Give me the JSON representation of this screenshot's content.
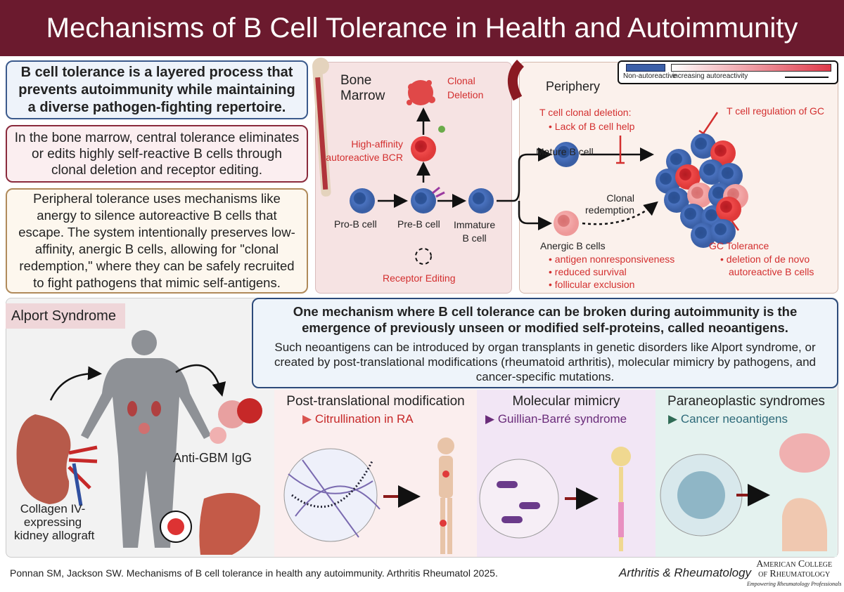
{
  "title": "Mechanisms of B Cell Tolerance in Health and Autoimmunity",
  "summary": {
    "box1": "B cell tolerance is a layered process that prevents autoimmunity while maintaining a diverse pathogen-fighting repertoire.",
    "box2": "In the bone marrow, central tolerance eliminates or edits highly self-reactive B cells through clonal deletion and receptor editing.",
    "box3": "Peripheral tolerance uses mechanisms like anergy to silence autoreactive B cells that escape. The system intentionally preserves low-affinity, anergic B cells, allowing for \"clonal redemption,\" where they can be safely recruited to fight pathogens that mimic self-antigens."
  },
  "bone_marrow": {
    "title_line1": "Bone",
    "title_line2": "Marrow",
    "clonal_deletion_1": "Clonal",
    "clonal_deletion_2": "Deletion",
    "high_affinity_1": "High-affinity",
    "high_affinity_2": "autoreactive BCR",
    "pro_b": "Pro-B cell",
    "pre_b": "Pre-B cell",
    "immature_1": "Immature",
    "immature_2": "B cell",
    "receptor_editing": "Receptor Editing"
  },
  "periphery": {
    "title": "Periphery",
    "legend": {
      "non_autoreactive": "Non-autoreactive",
      "increasing": "increasing autoreactivity"
    },
    "t_cell_deletion": "T cell clonal deletion:",
    "t_cell_deletion_bullet": "Lack of B cell help",
    "mature_b": "Mature B cell",
    "clonal_redemption_1": "Clonal",
    "clonal_redemption_2": "redemption",
    "t_cell_regulation": "T cell regulation of GC",
    "anergic_title": "Anergic B cells",
    "anergic_bullets": [
      "antigen nonresponsiveness",
      "reduced survival",
      "follicular exclusion"
    ],
    "gc_title": "GC Tolerance",
    "gc_bullets": [
      "deletion of de novo",
      "autoreactive B cells"
    ]
  },
  "colors": {
    "header": "#6b1a2e",
    "non_autoreactive": "#3b5fa8",
    "autoreactive": "#e03a3a"
  },
  "alport": {
    "label": "Alport Syndrome",
    "allograft_1": "Collagen IV-",
    "allograft_2": "expressing",
    "allograft_3": "kidney allograft",
    "antibody": "Anti-GBM IgG"
  },
  "neoantigen": {
    "heading": "One mechanism where B cell tolerance can be broken during autoimmunity is the emergence of previously unseen or modified self-proteins, called neoantigens.",
    "body": "Such neoantigens can be introduced by organ transplants in genetic disorders like Alport syndrome, or created by post-translational modifications (rheumatoid arthritis), molecular mimicry by pathogens, and cancer-specific mutations."
  },
  "panels": [
    {
      "title": "Post-translational modification",
      "subtitle": "Citrullination in RA",
      "color": "#d9534f"
    },
    {
      "title": "Molecular mimicry",
      "subtitle": "Guillian-Barré syndrome",
      "color": "#6a2c7a"
    },
    {
      "title": "Paraneoplastic syndromes",
      "subtitle": "Cancer neoantigens",
      "color": "#2f6b55"
    }
  ],
  "footer": {
    "citation": "Ponnan SM, Jackson SW. Mechanisms of B cell tolerance in health any autoimmunity. Arthritis Rheumatol 2025.",
    "journal": "Arthritis & Rheumatology",
    "acr_1": "American College",
    "acr_2": "of Rheumatology",
    "acr_3": "Empowering Rheumatology Professionals"
  }
}
